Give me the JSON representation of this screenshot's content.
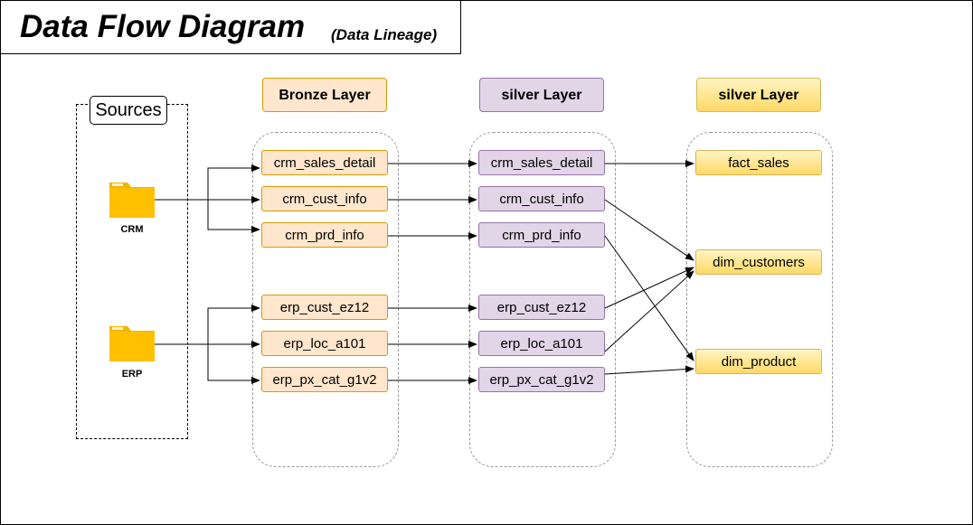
{
  "title": "Data Flow Diagram",
  "subtitle": "(Data Lineage)",
  "sources": {
    "label": "Sources",
    "items": [
      {
        "id": "crm",
        "label": "CRM"
      },
      {
        "id": "erp",
        "label": "ERP"
      }
    ]
  },
  "layers": [
    {
      "id": "bronze",
      "header": "Bronze Layer",
      "nodes": [
        "crm_sales_detail",
        "crm_cust_info",
        "crm_prd_info",
        "erp_cust_ez12",
        "erp_loc_a101",
        "erp_px_cat_g1v2"
      ]
    },
    {
      "id": "silver",
      "header": "silver Layer",
      "nodes": [
        "crm_sales_detail",
        "crm_cust_info",
        "crm_prd_info",
        "erp_cust_ez12",
        "erp_loc_a101",
        "erp_px_cat_g1v2"
      ]
    },
    {
      "id": "gold",
      "header": "silver Layer",
      "nodes": [
        "fact_sales",
        "dim_customers",
        "dim_product"
      ]
    }
  ],
  "colors": {
    "bronze_fill": "#ffe6cc",
    "bronze_stroke": "#d79b00",
    "silver_fill": "#e1d5e7",
    "silver_stroke": "#9673a6",
    "gold_fill": "#ffd966",
    "gold_stroke": "#d6b656",
    "folder": "#ffc000"
  },
  "edges": [
    [
      "src.crm",
      "bronze.crm_sales_detail"
    ],
    [
      "src.crm",
      "bronze.crm_cust_info"
    ],
    [
      "src.crm",
      "bronze.crm_prd_info"
    ],
    [
      "src.erp",
      "bronze.erp_cust_ez12"
    ],
    [
      "src.erp",
      "bronze.erp_loc_a101"
    ],
    [
      "src.erp",
      "bronze.erp_px_cat_g1v2"
    ],
    [
      "bronze.crm_sales_detail",
      "silver.crm_sales_detail"
    ],
    [
      "bronze.crm_cust_info",
      "silver.crm_cust_info"
    ],
    [
      "bronze.crm_prd_info",
      "silver.crm_prd_info"
    ],
    [
      "bronze.erp_cust_ez12",
      "silver.erp_cust_ez12"
    ],
    [
      "bronze.erp_loc_a101",
      "silver.erp_loc_a101"
    ],
    [
      "bronze.erp_px_cat_g1v2",
      "silver.erp_px_cat_g1v2"
    ],
    [
      "silver.crm_sales_detail",
      "gold.fact_sales"
    ],
    [
      "silver.crm_cust_info",
      "gold.dim_customers"
    ],
    [
      "silver.erp_cust_ez12",
      "gold.dim_customers"
    ],
    [
      "silver.erp_loc_a101",
      "gold.dim_customers"
    ],
    [
      "silver.crm_prd_info",
      "gold.dim_product"
    ],
    [
      "silver.erp_px_cat_g1v2",
      "gold.dim_product"
    ]
  ]
}
